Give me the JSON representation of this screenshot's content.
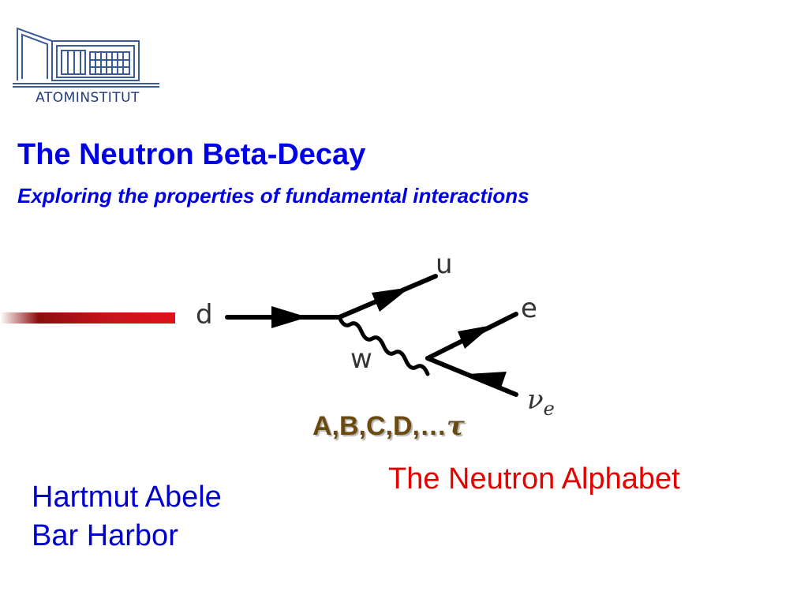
{
  "logo": {
    "text": "ATOMINSTITUT",
    "icon": "building-icon"
  },
  "slide": {
    "title": "The Neutron Beta-Decay",
    "subtitle": "Exploring the properties of fundamental interactions"
  },
  "diagram": {
    "labels": {
      "d": "d",
      "u": "u",
      "e": "e",
      "w": "w",
      "nu": "ν",
      "nu_sub": "e"
    }
  },
  "alphabet": {
    "text": "A,B,C,D,…",
    "tau": "τ"
  },
  "caption": "The Neutron Alphabet",
  "author": {
    "name": "Hartmut Abele",
    "place": "Bar Harbor"
  },
  "colors": {
    "title": "#0000e6",
    "caption": "#e60000",
    "author": "#0000cc",
    "accent_bar": "#c4141b",
    "alphabet": "#6b4a12",
    "logo": "#1f3d78"
  }
}
